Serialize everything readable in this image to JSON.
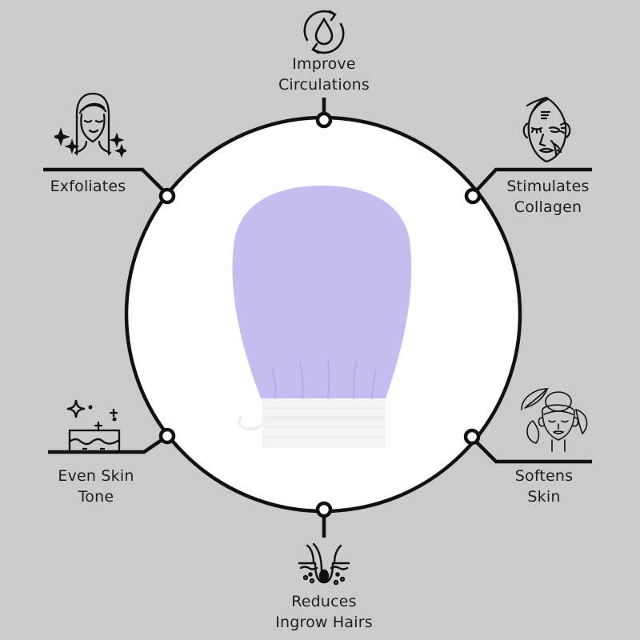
{
  "infographic": {
    "background_color": "#cbcbcb",
    "circle": {
      "fill": "#ffffff",
      "stroke": "#111111"
    },
    "product": {
      "name": "exfoliating mitt",
      "mitt_color": "#c3bdf0",
      "cuff_color": "#f4f4f4"
    },
    "benefits": [
      {
        "id": "top",
        "icon": "water-drop-cycle-icon",
        "lines": [
          "Improve",
          "Circulations"
        ]
      },
      {
        "id": "top-left",
        "icon": "glowing-face-icon",
        "lines": [
          "Exfoliates"
        ]
      },
      {
        "id": "top-right",
        "icon": "wrinkled-face-icon",
        "lines": [
          "Stimulates",
          "Collagen"
        ]
      },
      {
        "id": "bottom-left",
        "icon": "skin-layer-sparkle-icon",
        "lines": [
          "Even Skin",
          "Tone"
        ]
      },
      {
        "id": "bottom-right",
        "icon": "feather-face-icon",
        "lines": [
          "Softens",
          "Skin"
        ]
      },
      {
        "id": "bottom",
        "icon": "hair-follicle-icon",
        "lines": [
          "Reduces",
          "Ingrow Hairs"
        ]
      }
    ]
  }
}
